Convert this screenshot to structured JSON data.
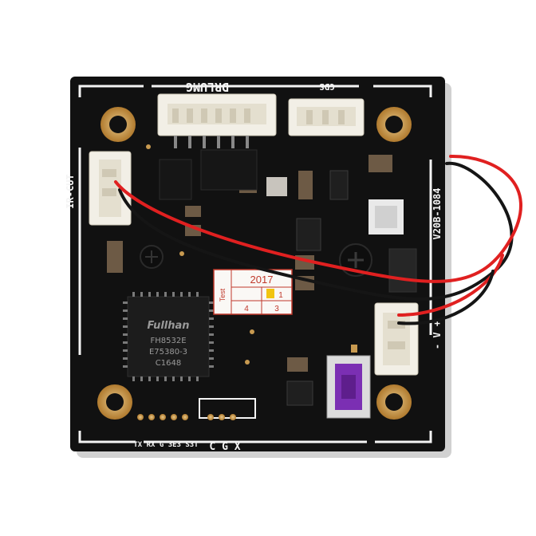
{
  "photo": {
    "background": "#ffffff",
    "board_color": "#111111",
    "silkscreen_color": "#f4f4f4",
    "pad_gold": "#c89a50",
    "connector_color": "#f2efe6",
    "wire_red": "#e02020",
    "wire_black": "#151515"
  },
  "silkscreen": {
    "top_connector": "DRLUMG",
    "cds": "CDS",
    "ir_cut": "IR-CUT",
    "model": "V20B-1084",
    "power": "- V +",
    "bottom_pins": "TX RX G 3E3 S3T",
    "bottom_connector": "C G X"
  },
  "chip": {
    "brand": "Fullhan",
    "line1": "FH8532E",
    "line2": "E75380-3",
    "line3": "C1648"
  },
  "sticker": {
    "year": "2017",
    "row1": "1",
    "row2_a": "4",
    "row2_b": "3",
    "side": "Test"
  }
}
